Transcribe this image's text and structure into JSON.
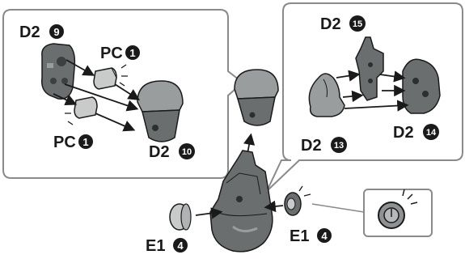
{
  "labels": {
    "d2_prefix": "D2",
    "pc_prefix": "PC",
    "e1_prefix": "E1",
    "num_9": "9",
    "num_10": "10",
    "num_13": "13",
    "num_14": "14",
    "num_15": "15",
    "num_1": "1",
    "num_4": "4"
  },
  "colors": {
    "line": "#1a1a1a",
    "part_dark": "#6b6e6f",
    "part_mid": "#9a9d9e",
    "part_light": "#c9cbcb",
    "panel_border": "#8a8a8a"
  }
}
